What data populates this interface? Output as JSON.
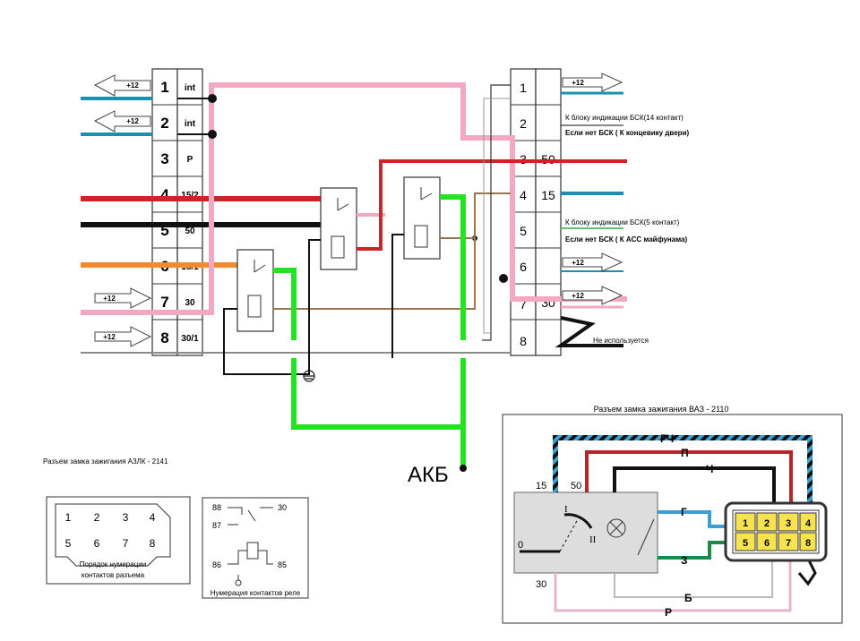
{
  "colors": {
    "pink": "#f2a7c3",
    "green": "#22e422",
    "red": "#c8262b",
    "black": "#111111",
    "blue": "#1a8fb0",
    "orange": "#f08a2e",
    "brown": "#9b7650",
    "grey": "#8a8a8a",
    "pale_green": "#62c56b",
    "dark_red": "#b5262b",
    "sky_blue": "#3b9fd4",
    "dark_green": "#1e8a4a"
  },
  "left_connector": {
    "pins": [
      "1",
      "2",
      "3",
      "4",
      "5",
      "6",
      "7",
      "8"
    ],
    "labels": [
      "int",
      "int",
      "P",
      "15/2",
      "50",
      "15/1",
      "30",
      "30/1"
    ],
    "arrows": [
      "+12",
      "+12",
      "+12",
      "+12"
    ]
  },
  "right_connector": {
    "pins": [
      "1",
      "2",
      "3",
      "4",
      "5",
      "6",
      "7",
      "8"
    ],
    "labels": [
      "",
      "",
      "50",
      "15",
      "",
      "",
      "30",
      ""
    ],
    "arrows": [
      "+12",
      "+12",
      "+12"
    ],
    "notes": {
      "pin2_a": "К блоку индикации БСК(14 контакт)",
      "pin2_b": "Если нет БСК ( К концевику двери)",
      "pin5_a": "К блоку индикации БСК(5 контакт)",
      "pin5_b": "Если нет БСК ( К  ACC майфунама)",
      "pin8": "Не используется"
    }
  },
  "battery_label": "АКБ",
  "azlk": {
    "title": "Разъем замка зажигания АЗЛК - 2141",
    "numbers": [
      "1",
      "2",
      "3",
      "4",
      "5",
      "6",
      "7",
      "8"
    ],
    "caption_1": "Порядок нумерации",
    "caption_2": "контактов разъема"
  },
  "relay_legend": {
    "pins": [
      "88",
      "30",
      "87",
      "86",
      "85"
    ],
    "caption": "Нумерация контактов реле"
  },
  "vaz": {
    "title": "Разъем замка зажигания ВАЗ - 2110",
    "wire_labels": [
      "ГЧ",
      "П",
      "Ч",
      "Г",
      "З",
      "Б",
      "Р"
    ],
    "pos_labels": [
      "15",
      "50",
      "0",
      "30"
    ],
    "switch_labels": [
      "I",
      "II"
    ],
    "numbers": [
      "1",
      "2",
      "3",
      "4",
      "5",
      "6",
      "7",
      "8"
    ]
  }
}
